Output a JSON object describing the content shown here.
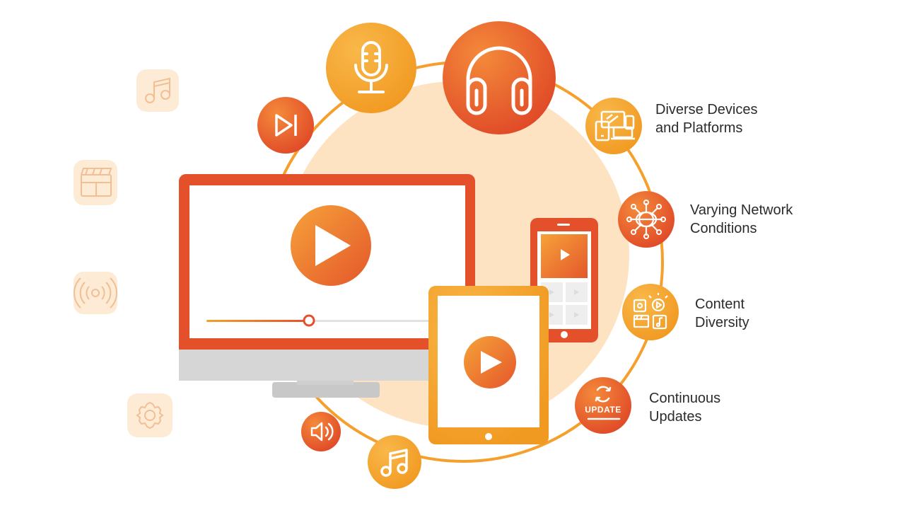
{
  "colors": {
    "red": "#e4502a",
    "orange": "#f5a02c",
    "peach": "#fde3c2",
    "peach_light": "#fdebd6",
    "grey": "#d4d4d4"
  },
  "features": [
    {
      "id": "diverse-devices",
      "icon": "devices-icon",
      "line1": "Diverse Devices",
      "line2": "and Platforms"
    },
    {
      "id": "varying-network",
      "icon": "network-icon",
      "line1": "Varying Network",
      "line2": "Conditions"
    },
    {
      "id": "content-diversity",
      "icon": "content-icon",
      "line1": "Content",
      "line2": "Diversity"
    },
    {
      "id": "continuous-updates",
      "icon": "update-icon",
      "line1": "Continuous",
      "line2": "Updates"
    }
  ],
  "update_badge": "UPDATE",
  "left_icons": [
    "music-notes-icon",
    "clapperboard-icon",
    "broadcast-icon",
    "gear-icon"
  ],
  "ring_icons": [
    "microphone-icon",
    "headphones-icon",
    "skip-forward-icon",
    "volume-icon",
    "music-note-icon"
  ]
}
